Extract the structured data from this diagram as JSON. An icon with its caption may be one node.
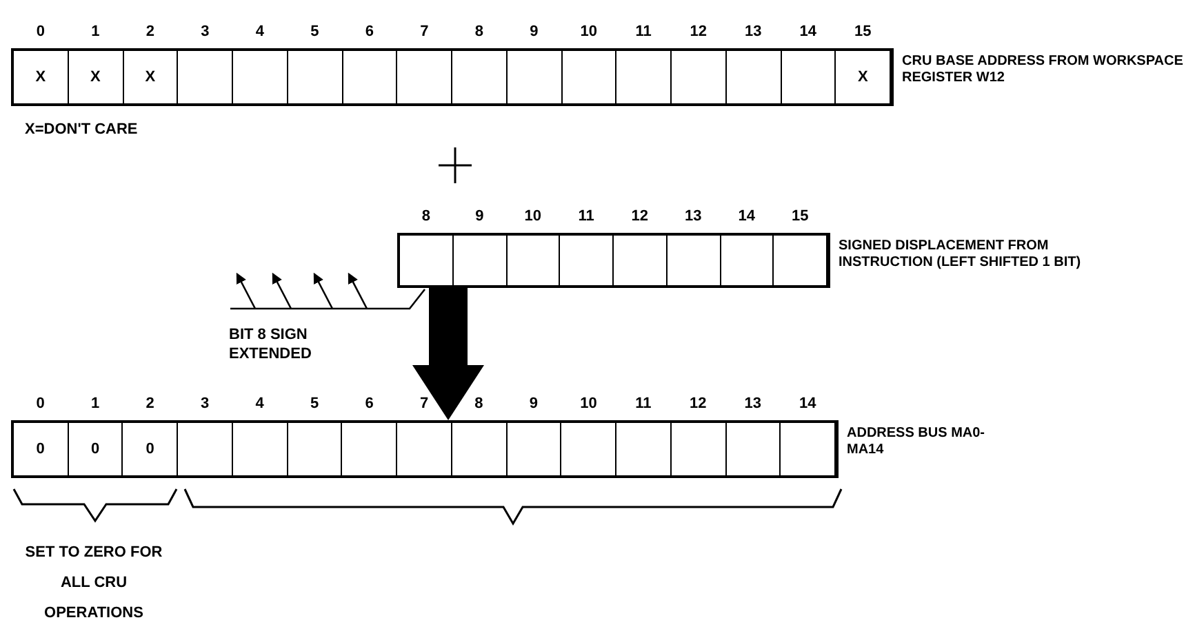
{
  "diagram": {
    "nodes": [
      {
        "text": [],
        "shape": "box",
        "beside": [
          "CRU BASE ADDRESS FROM WORKSPACE REGISTER W12"
        ]
      },
      {
        "text": [
          "X"
        ],
        "in": 0,
        "beside": [
          "0"
        ]
      },
      {
        "text": [
          "X"
        ],
        "in": 0,
        "beside": [
          "1"
        ]
      },
      {
        "text": [
          "X"
        ],
        "in": 0,
        "beside": [
          "2"
        ]
      },
      {
        "text": [],
        "shape": "box",
        "in": 0,
        "beside": [
          "3"
        ]
      },
      {
        "text": [],
        "shape": "box",
        "in": 0,
        "beside": [
          "4"
        ]
      },
      {
        "text": [],
        "shape": "box",
        "in": 0,
        "beside": [
          "5"
        ]
      },
      {
        "text": [],
        "shape": "box",
        "in": 0,
        "beside": [
          "6"
        ]
      },
      {
        "text": [],
        "shape": "box",
        "in": 0,
        "beside": [
          "7"
        ]
      },
      {
        "text": [],
        "shape": "box",
        "in": 0,
        "beside": [
          "8"
        ]
      },
      {
        "text": [],
        "shape": "box",
        "in": 0,
        "beside": [
          "9"
        ]
      },
      {
        "text": [],
        "shape": "box",
        "in": 0,
        "beside": [
          "10"
        ]
      },
      {
        "text": [],
        "shape": "box",
        "in": 0,
        "beside": [
          "11"
        ]
      },
      {
        "text": [],
        "shape": "box",
        "in": 0,
        "beside": [
          "12"
        ]
      },
      {
        "text": [],
        "shape": "box",
        "in": 0,
        "beside": [
          "13"
        ]
      },
      {
        "text": [],
        "shape": "box",
        "in": 0,
        "beside": [
          "14"
        ]
      },
      {
        "text": [
          "X"
        ],
        "in": 0,
        "beside": [
          "15"
        ]
      },
      {
        "text": [],
        "shape": "box",
        "beside": [
          "SIGNED DISPLACEMENT FROM INSTRUCTION (LEFT SHIFTED 1 BIT)"
        ]
      },
      {
        "text": [],
        "shape": "box",
        "in": 17,
        "beside": [
          "8"
        ]
      },
      {
        "text": [],
        "shape": "box",
        "in": 17,
        "beside": [
          "9"
        ]
      },
      {
        "text": [],
        "shape": "box",
        "in": 17,
        "beside": [
          "10"
        ]
      },
      {
        "text": [],
        "shape": "box",
        "in": 17,
        "beside": [
          "11"
        ]
      },
      {
        "text": [],
        "shape": "box",
        "in": 17,
        "beside": [
          "12"
        ]
      },
      {
        "text": [],
        "shape": "box",
        "in": 17,
        "beside": [
          "13"
        ]
      },
      {
        "text": [],
        "shape": "box",
        "in": 17,
        "beside": [
          "14"
        ]
      },
      {
        "text": [],
        "shape": "box",
        "in": 17,
        "beside": [
          "15"
        ]
      },
      {
        "text": [],
        "shape": "box",
        "beside": [
          "ADDRESS BUS MA0-MA14"
        ]
      },
      {
        "text": [
          "0"
        ],
        "in": 26,
        "beside": [
          "0"
        ]
      },
      {
        "text": [
          "0"
        ],
        "in": 26,
        "beside": [
          "1"
        ]
      },
      {
        "text": [
          "0"
        ],
        "in": 26,
        "beside": [
          "2"
        ]
      },
      {
        "text": [],
        "shape": "box",
        "in": 26,
        "beside": [
          "3"
        ]
      },
      {
        "text": [],
        "shape": "box",
        "in": 26,
        "beside": [
          "4"
        ]
      },
      {
        "text": [],
        "shape": "box",
        "in": 26,
        "beside": [
          "5"
        ]
      },
      {
        "text": [],
        "shape": "box",
        "in": 26,
        "beside": [
          "6"
        ]
      },
      {
        "text": [],
        "shape": "box",
        "in": 26,
        "beside": [
          "7"
        ]
      },
      {
        "text": [],
        "shape": "box",
        "in": 26,
        "beside": [
          "8"
        ]
      },
      {
        "text": [],
        "shape": "box",
        "in": 26,
        "beside": [
          "9"
        ]
      },
      {
        "text": [],
        "shape": "box",
        "in": 26,
        "beside": [
          "10"
        ]
      },
      {
        "text": [],
        "shape": "box",
        "in": 26,
        "beside": [
          "11"
        ]
      },
      {
        "text": [],
        "shape": "box",
        "in": 26,
        "beside": [
          "12"
        ]
      },
      {
        "text": [],
        "shape": "box",
        "in": 26,
        "beside": [
          "13"
        ]
      },
      {
        "text": [],
        "shape": "box",
        "in": 26,
        "beside": [
          "14"
        ]
      }
    ],
    "edges": [
      {
        "from": 17,
        "to": 26,
        "arrow": "to",
        "style": "thick"
      }
    ],
    "labels": [
      "X=DON'T CARE",
      "BIT 8 SIGN EXTENDED",
      "SET TO ZERO FOR ALL CRU OPERATIONS"
    ]
  }
}
